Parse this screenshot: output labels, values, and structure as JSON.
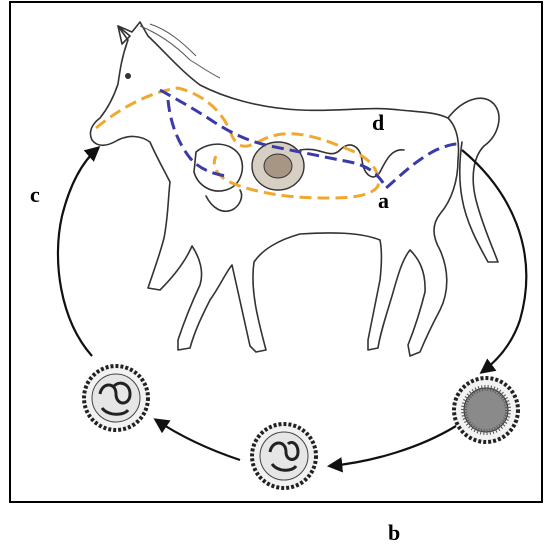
{
  "labels": {
    "a": "a",
    "b": "b",
    "c": "c",
    "d": "d"
  },
  "colors": {
    "migration_route_orange": "#f0a830",
    "migration_route_blue": "#3a3aa8",
    "cycle_arrows": "#111111"
  },
  "icons": [
    "horse-illustration",
    "egg-stage-icon",
    "larvated-egg-icon",
    "infective-egg-icon"
  ]
}
